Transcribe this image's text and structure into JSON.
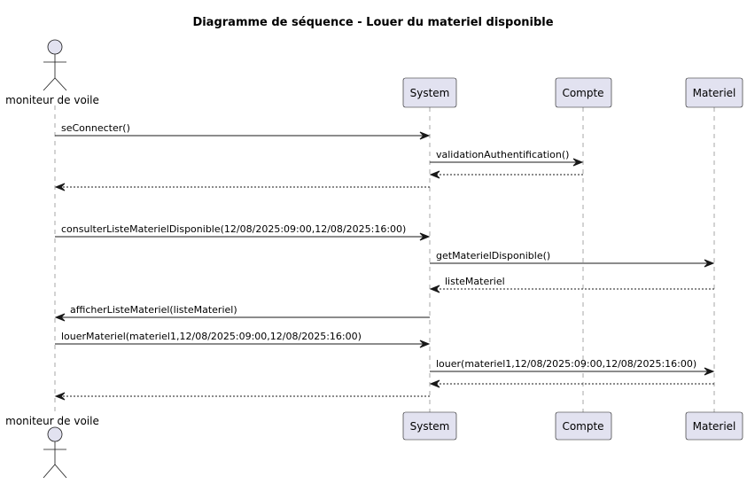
{
  "title": "Diagramme de séquence - Louer du materiel disponible",
  "participants": [
    {
      "id": "actor",
      "label": "moniteur de voile",
      "kind": "actor"
    },
    {
      "id": "system",
      "label": "System",
      "kind": "participant"
    },
    {
      "id": "compte",
      "label": "Compte",
      "kind": "participant"
    },
    {
      "id": "materiel",
      "label": "Materiel",
      "kind": "participant"
    }
  ],
  "messages": [
    {
      "from": "actor",
      "to": "system",
      "label": "seConnecter()",
      "return": false
    },
    {
      "from": "system",
      "to": "compte",
      "label": "validationAuthentification()",
      "return": false
    },
    {
      "from": "compte",
      "to": "system",
      "label": "",
      "return": true
    },
    {
      "from": "system",
      "to": "actor",
      "label": "",
      "return": true
    },
    {
      "from": "actor",
      "to": "system",
      "label": "consulterListeMaterielDisponible(12/08/2025:09:00,12/08/2025:16:00)",
      "return": false
    },
    {
      "from": "system",
      "to": "materiel",
      "label": "getMaterielDisponible()",
      "return": false
    },
    {
      "from": "materiel",
      "to": "system",
      "label": "listeMateriel",
      "return": true
    },
    {
      "from": "system",
      "to": "actor",
      "label": "afficherListeMateriel(listeMateriel)",
      "return": false
    },
    {
      "from": "actor",
      "to": "system",
      "label": "louerMateriel(materiel1,12/08/2025:09:00,12/08/2025:16:00)",
      "return": false
    },
    {
      "from": "system",
      "to": "materiel",
      "label": "louer(materiel1,12/08/2025:09:00,12/08/2025:16:00)",
      "return": false
    },
    {
      "from": "materiel",
      "to": "system",
      "label": "",
      "return": true
    },
    {
      "from": "system",
      "to": "actor",
      "label": "",
      "return": true
    }
  ]
}
